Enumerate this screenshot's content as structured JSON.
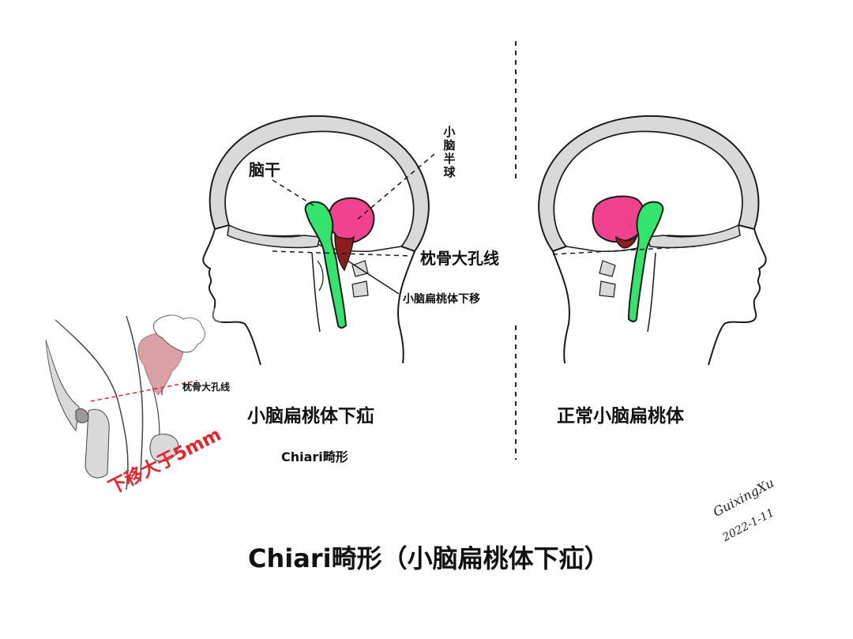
{
  "title": "Chiari畸形（小脑扁桃体下疝）",
  "left_panel": {
    "label_brainstem": "脑干",
    "label_cerebellar_hemisphere": "小脑半球",
    "label_foramen_magnum_line": "枕骨大孔线",
    "label_tonsil_descent": "小脑扁桃体下移",
    "caption": "小脑扁桃体下疝",
    "subcaption": "Chiari畸形"
  },
  "right_panel": {
    "caption": "正常小脑扁桃体"
  },
  "inset": {
    "label_foramen_magnum_line": "枕骨大孔线",
    "label_descent": "下移大于5mm"
  },
  "signature": {
    "name": "GuixingXu",
    "date": "2022-1-11"
  },
  "colors": {
    "brainstem": "#33e46d",
    "cerebellum": "#f0428e",
    "tonsil": "#8e1c1c",
    "skull_band": "#d9d9d9",
    "outline": "#1a1a1a",
    "annotation_red": "#e8232a",
    "inset_tonsil": "#d9a0a6"
  }
}
